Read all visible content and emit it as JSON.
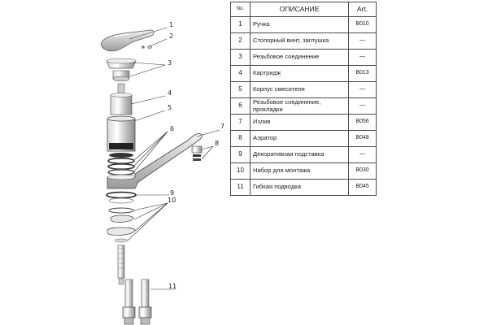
{
  "table": {
    "headers": {
      "no": "No.",
      "description": "ОПИСАНИЕ",
      "art": "Art."
    },
    "rows": [
      {
        "no": "1",
        "description": "Ручка",
        "art": "B010"
      },
      {
        "no": "2",
        "description": "Стопорный винт, заглушка",
        "art": "—"
      },
      {
        "no": "3",
        "description": "Резьбовое соединение",
        "art": "—"
      },
      {
        "no": "4",
        "description": "Картридж",
        "art": "B013"
      },
      {
        "no": "5",
        "description": "Корпус смесителя",
        "art": "—"
      },
      {
        "no": "6",
        "description": "Резьбовое соединение, прокладки",
        "art": "—"
      },
      {
        "no": "7",
        "description": "Излив",
        "art": "B056"
      },
      {
        "no": "8",
        "description": "Аэратор",
        "art": "B048"
      },
      {
        "no": "9",
        "description": "Декоративная подставка",
        "art": "—"
      },
      {
        "no": "10",
        "description": "Набор для монтажа",
        "art": "B030"
      },
      {
        "no": "11",
        "description": "Гибкая подводка",
        "art": "B045"
      }
    ]
  },
  "callouts": [
    "1",
    "2",
    "3",
    "4",
    "5",
    "6",
    "7",
    "8",
    "9",
    "10",
    "11"
  ]
}
